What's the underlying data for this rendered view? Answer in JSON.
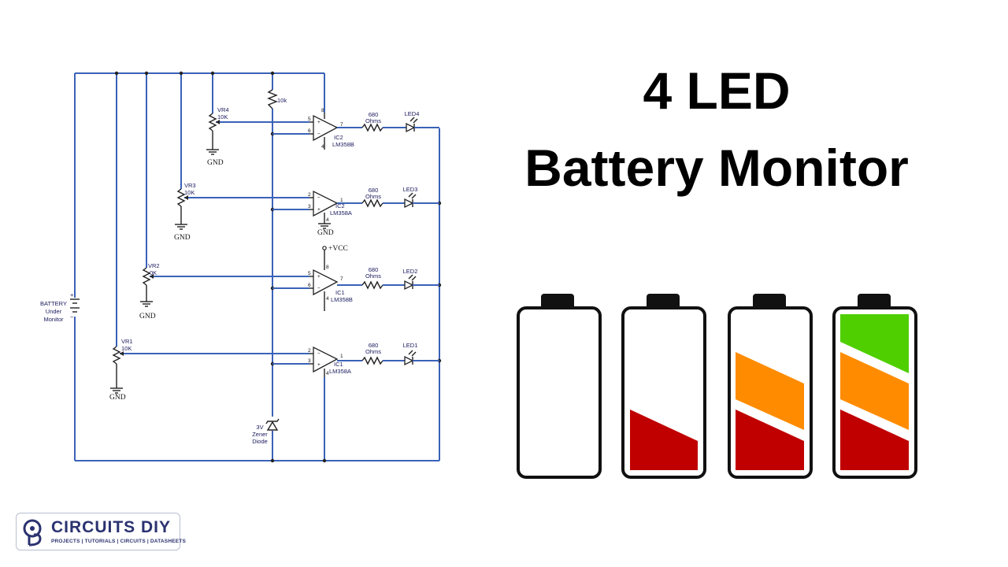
{
  "title": {
    "line1": "4 LED",
    "line2": "Battery Monitor"
  },
  "schematic": {
    "battery": {
      "line1": "BATTERY",
      "line2": "Under",
      "line3": "Monitor"
    },
    "zener": {
      "line1": "3V",
      "line2": "Zener",
      "line3": "Diode"
    },
    "top_resistor": "10k",
    "vcc": "+VCC",
    "ground": "GND",
    "stages": [
      {
        "pot_name": "VR4",
        "pot_value": "10K",
        "ic_name": "IC2",
        "ic_part": "LM358B",
        "pin_a": "5",
        "pin_b": "6",
        "pin_out": "7",
        "pin_top": "8",
        "pin_bottom": "4",
        "res_line1": "680",
        "res_line2": "Ohms",
        "led": "LED4"
      },
      {
        "pot_name": "VR3",
        "pot_value": "10K",
        "ic_name": "IC2",
        "ic_part": "LM358A",
        "pin_a": "2",
        "pin_b": "3",
        "pin_out": "1",
        "pin_top": "",
        "pin_bottom": "4",
        "res_line1": "680",
        "res_line2": "Ohms",
        "led": "LED3"
      },
      {
        "pot_name": "VR2",
        "pot_value": "0K",
        "ic_name": "IC1",
        "ic_part": "LM358B",
        "pin_a": "5",
        "pin_b": "6",
        "pin_out": "7",
        "pin_top": "8",
        "pin_bottom": "4",
        "res_line1": "680",
        "res_line2": "Ohms",
        "led": "LED2"
      },
      {
        "pot_name": "VR1",
        "pot_value": "10K",
        "ic_name": "IC1",
        "ic_part": "LM358A",
        "pin_a": "2",
        "pin_b": "3",
        "pin_out": "1",
        "pin_top": "",
        "pin_bottom": "4",
        "res_line1": "680",
        "res_line2": "Ohms",
        "led": "LED1"
      }
    ]
  },
  "batteries": [
    {
      "name": "empty",
      "levels": []
    },
    {
      "name": "low",
      "levels": [
        "red"
      ]
    },
    {
      "name": "medium",
      "levels": [
        "red",
        "orange"
      ]
    },
    {
      "name": "full",
      "levels": [
        "red",
        "orange",
        "green"
      ]
    }
  ],
  "colors": {
    "wire": "#3a62b8",
    "red": "#c00000",
    "orange": "#ff8c00",
    "green": "#4fcf00",
    "outline": "#111111"
  },
  "logo": {
    "name": "CIRCUITS DIY",
    "tagline": "PROJECTS | TUTORIALS | CIRCUITS | DATASHEETS"
  }
}
